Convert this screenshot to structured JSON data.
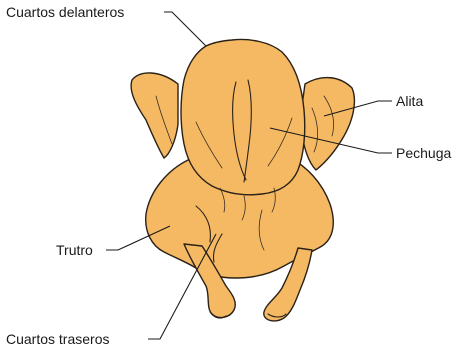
{
  "labels": {
    "front_quarters": "Cuartos delanteros",
    "wing": "Alita",
    "breast": "Pechuga",
    "thigh": "Trutro",
    "hind_quarters": "Cuartos traseros"
  },
  "colors": {
    "chicken_fill": "#f6b963",
    "outline": "#2a2118",
    "text": "#1a1a1a"
  }
}
